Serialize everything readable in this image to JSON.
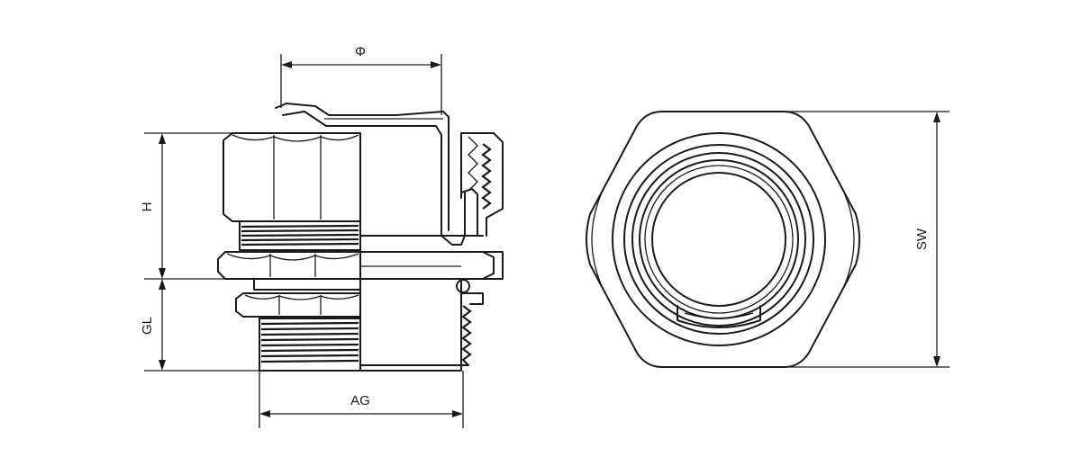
{
  "drawing": {
    "labels": {
      "phi": "Φ",
      "h": "H",
      "gl": "GL",
      "ag": "AG",
      "sw": "SW"
    },
    "colors": {
      "line": "#1a1a1a",
      "background": "#ffffff"
    }
  }
}
